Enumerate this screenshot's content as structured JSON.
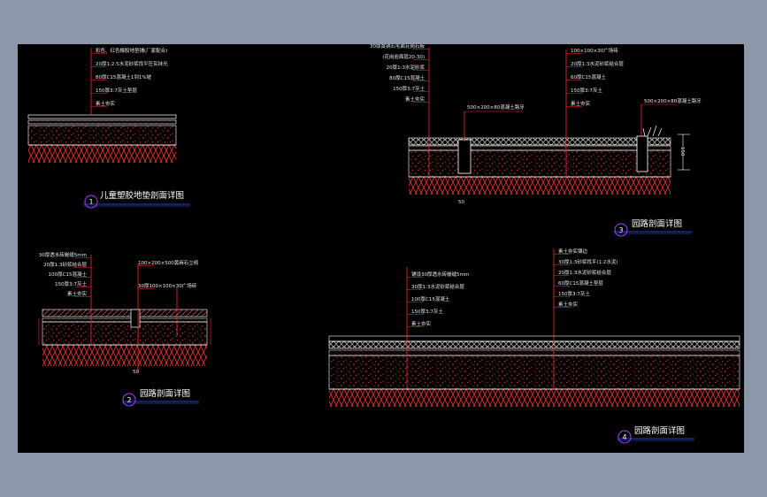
{
  "drawing": {
    "background": "#000000",
    "frame_background": "#8c98aa",
    "leader_color": "#ff2a2a",
    "hatch_color": "#ff3030",
    "line_color": "#ffffff",
    "title_underline_color": "#3c5cff",
    "bubble_color": "#b03cff"
  },
  "details": [
    {
      "id": "detail-1",
      "number": "1",
      "title": "儿童塑胶地垫剖面详图",
      "notes": [
        "彩色、红色橡胶地垫铺(厂家配合)",
        "20厚1:2.5水泥砂浆找平压实抹光",
        "80厚C15混凝土1到1%坡",
        "150厚3:7灰土垫层",
        "素土夯实"
      ]
    },
    {
      "id": "detail-2",
      "number": "2",
      "title": "园路剖面详图",
      "notes": [
        "30厚透水砖嵌缝5mm",
        "20厚1:3砂浆结合层",
        "100厚C15混凝土",
        "150厚3:7灰土",
        "素土夯实"
      ],
      "notes_right": [
        "100×200×500黄麻石立砌",
        "30厚100×100×30广场砖"
      ],
      "dim_label": "50"
    },
    {
      "id": "detail-3",
      "number": "3",
      "title": "园路剖面详图",
      "notes": [
        "30厚黄锈石毛面花岗石板",
        "(花岗岩面层20-30)",
        "20厚1:3水泥砂浆",
        "80厚C15混凝土",
        "150厚3:7灰土",
        "素土夯实"
      ],
      "notes_right": [
        "100×100×30广场砖",
        "20厚1:3水泥砂浆结合层",
        "60厚C15混凝土",
        "150厚3:7灰土",
        "素土夯实"
      ],
      "curb_label_left": "500×200×80混凝土路牙",
      "curb_label_right": "500×200×80混凝土路牙",
      "dim_label": "50",
      "side_dim": "150"
    },
    {
      "id": "detail-4",
      "number": "4",
      "title": "园路剖面详图",
      "notes": [
        "铺设30厚透水砖嵌缝5mm",
        "30厚1:3水泥砂浆结合层",
        "100厚C15混凝土",
        "150厚3:7灰土",
        "素土夯实"
      ],
      "notes_right": [
        "素土夯实镶边",
        "30厚1:3砂浆找平(1:2水泥)",
        "20厚1:3水泥砂浆结合层",
        "60厚C15混凝土垫层",
        "150厚3:7灰土",
        "素土夯实"
      ]
    }
  ]
}
